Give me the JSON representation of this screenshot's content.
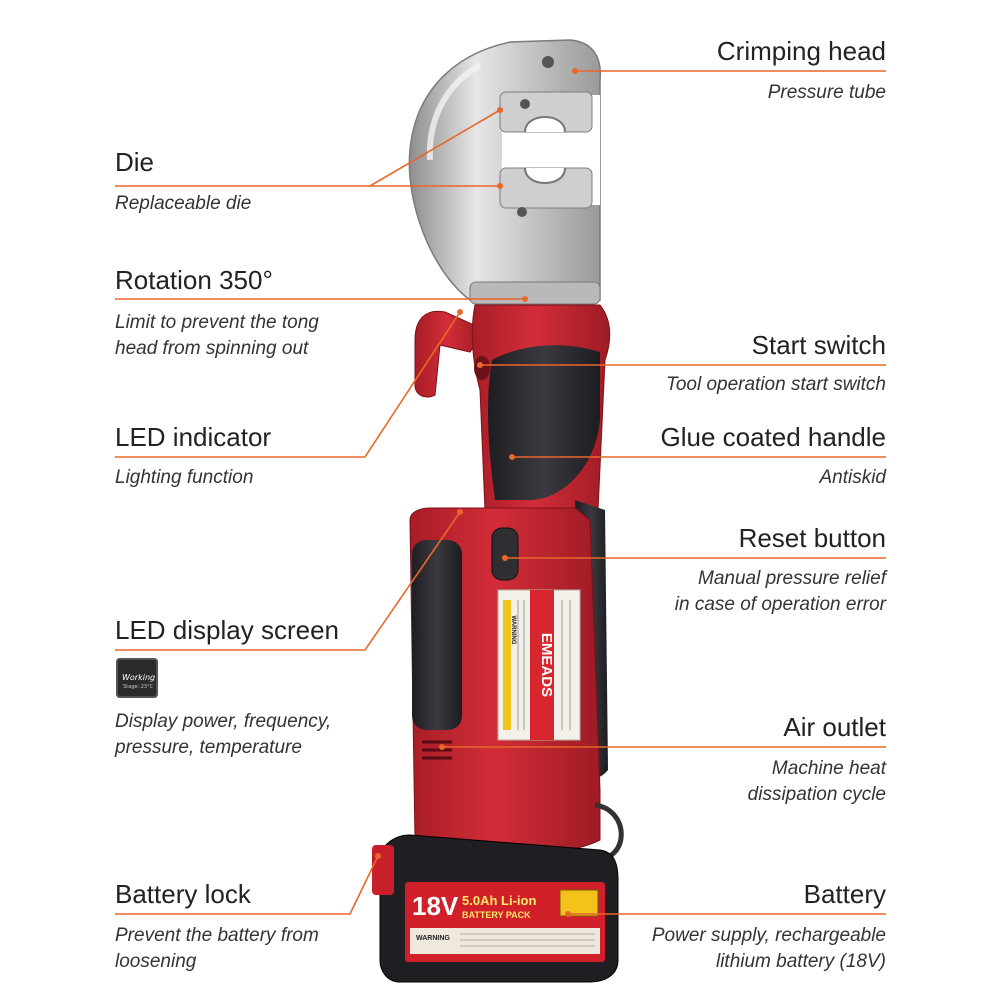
{
  "callouts": {
    "crimping_head": {
      "title": "Crimping head",
      "subtitle": "Pressure tube"
    },
    "die": {
      "title": "Die",
      "subtitle": "Replaceable die"
    },
    "rotation": {
      "title": "Rotation 350°",
      "subtitle_line1": "Limit to prevent the tong",
      "subtitle_line2": "head from spinning out"
    },
    "start_switch": {
      "title": "Start switch",
      "subtitle": "Tool operation start switch"
    },
    "led_indicator": {
      "title": "LED indicator",
      "subtitle": "Lighting function"
    },
    "glue_handle": {
      "title": "Glue coated handle",
      "subtitle": "Antiskid"
    },
    "reset_button": {
      "title": "Reset button",
      "subtitle_line1": "Manual pressure relief",
      "subtitle_line2": "in case of operation error"
    },
    "led_display": {
      "title": "LED display screen",
      "subtitle_line1": "Display power, frequency,",
      "subtitle_line2": "pressure, temperature"
    },
    "air_outlet": {
      "title": "Air outlet",
      "subtitle_line1": "Machine heat",
      "subtitle_line2": "dissipation cycle"
    },
    "battery_lock": {
      "title": "Battery lock",
      "subtitle_line1": "Prevent the battery from",
      "subtitle_line2": "loosening"
    },
    "battery": {
      "title": "Battery",
      "subtitle_line1": "Power supply, rechargeable",
      "subtitle_line2": "lithium battery (18V)"
    }
  },
  "lcd": {
    "title": "Working",
    "subtitle": "Stage: 23°C"
  },
  "tool": {
    "brand": "EMEADS",
    "warning": "WARNING",
    "battery_voltage": "18V",
    "battery_capacity": "5.0Ah Li-ion",
    "battery_pack": "BATTERY PACK",
    "battery_warning": "WARNING"
  },
  "colors": {
    "leader": "#e8672a",
    "tool_red": "#c4242f",
    "grip": "#2b2b2f",
    "steel": "#c9c9c9",
    "background": "#ffffff"
  }
}
